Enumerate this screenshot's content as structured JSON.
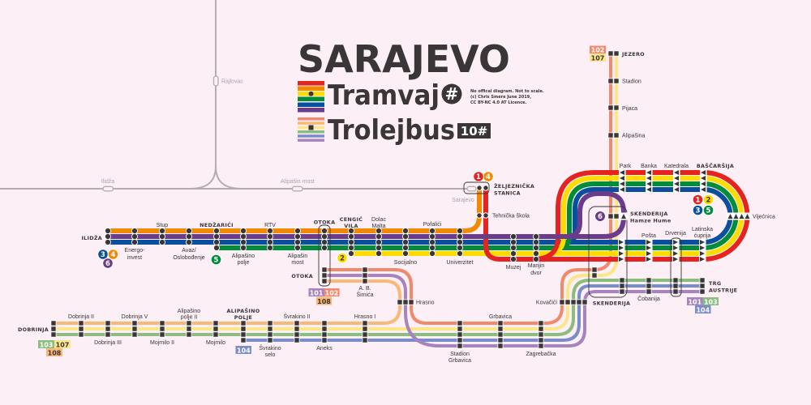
{
  "map_title": "SARAJEVO",
  "legend": {
    "tram": "Tramvaj",
    "tram_symbol": "#",
    "trolleybus": "Trolejbus",
    "trolleybus_symbol": "10#"
  },
  "disclaimer": [
    "No offical diagram. Not to scale.",
    "(c) Chris Smere June 2019,",
    "CC BY-NC 4.0 AT Licence."
  ],
  "colors": {
    "background": "#fcf0f6",
    "ink": "#3a3536",
    "rail": "#b5aeb1",
    "tram": {
      "1": "#e52421",
      "2": "#ffdc00",
      "3": "#0a4f9e",
      "4": "#f18a00",
      "5": "#008c3a",
      "6": "#6c3c8c"
    },
    "trolleybus": {
      "101": "#a784bd",
      "102": "#ef8a6d",
      "103": "#8bbd7e",
      "104": "#7b8ccb",
      "107": "#fde58a",
      "108": "#f8b878"
    }
  },
  "railway": {
    "stations": {
      "rajlovac": "Rajlovac",
      "ilidza": "Ilidža",
      "alipasin_most": "Alipašin most",
      "sarajevo": "Sarajevo"
    }
  },
  "tram": {
    "stations": {
      "ilidza": [
        "ILIDŽA"
      ],
      "energoinvest": [
        "Energo-",
        "invest"
      ],
      "stup": [
        "Stup"
      ],
      "avaz": [
        "Avaz/",
        "Oslobođenje"
      ],
      "nedzarici": [
        "NEDŽARIĆI"
      ],
      "alipasino_polje": [
        "Alipašino",
        "polje"
      ],
      "rtv": [
        "RTV"
      ],
      "alipasin_most": [
        "Alipašin",
        "most"
      ],
      "otoka": [
        "OTOKA"
      ],
      "cengic_vila": [
        "CENGIĆ",
        "VILA"
      ],
      "dolac_malta": [
        "Dolac",
        "Malta"
      ],
      "socijalno": [
        "Socijalno"
      ],
      "pofalici": [
        "Pofalići"
      ],
      "univerzitet": [
        "Univerzitet"
      ],
      "zeljeznicka": [
        "ŽELJEZNIČKA",
        "STANICA"
      ],
      "tehnicka": [
        "Tehnička škola"
      ],
      "muzej": [
        "Muzej"
      ],
      "marijin_dvor": [
        "Marijin",
        "dvor"
      ],
      "skenderija": [
        "SKENDERIJA",
        "Hamze Hume"
      ],
      "posta": [
        "Pošta"
      ],
      "drvenija": [
        "Drvenija"
      ],
      "latinska": [
        "Latinska",
        "ćuprija"
      ],
      "vijecnica": [
        "Vijećnica"
      ],
      "bascarsija": [
        "BAŠČARŠIJA"
      ],
      "katedrala": [
        "Katedrala"
      ],
      "banka": [
        "Banka"
      ],
      "park": [
        "Park"
      ]
    },
    "badges": {
      "ilidza": [
        "3",
        "4",
        "6"
      ],
      "nedzarici": [
        "5"
      ],
      "cengic_vila": [
        "2"
      ],
      "zeljeznicka": [
        "1",
        "4"
      ],
      "bascarsija": [
        "1",
        "2",
        "3",
        "5"
      ],
      "skenderija": [
        "6"
      ]
    }
  },
  "trolleybus": {
    "stations": {
      "dobrinja": [
        "DOBRINJA"
      ],
      "dobrinja_2": [
        "Dobrinja II"
      ],
      "dobrinja_3": [
        "Dobrinja III"
      ],
      "dobrinja_5": [
        "Dobrinja V"
      ],
      "mojmilo_2": [
        "Mojmilo II"
      ],
      "alipasino_polje_2": [
        "Alipašino",
        "polje II"
      ],
      "mojmilo": [
        "Mojmilo"
      ],
      "alipasino_polje": [
        "ALIPAŠINO",
        "POLJE"
      ],
      "svrakino_selo": [
        "Švrakino",
        "selo"
      ],
      "svrakino_2": [
        "Švrakino II"
      ],
      "aneks": [
        "Aneks"
      ],
      "hrasno_1": [
        "Hrasno I"
      ],
      "hrasno": [
        "Hrasno"
      ],
      "otoka": [
        "OTOKA"
      ],
      "ab_simica": [
        "A. B.",
        "Šimića"
      ],
      "stadion_grbavica": [
        "Stadion",
        "Grbavica"
      ],
      "grbavica": [
        "Grbavica"
      ],
      "zagrebacka": [
        "Zagrebačka"
      ],
      "kovacici": [
        "Kovačići"
      ],
      "skenderija": [
        "SKENDERIJA"
      ],
      "cobanija": [
        "Čobanija"
      ],
      "trg_austrije": [
        "TRG",
        "AUSTRIJE"
      ],
      "jezero": [
        "JEZERO"
      ],
      "stadion": [
        "Stadion"
      ],
      "pijaca": [
        "Pijaca"
      ],
      "alipasina": [
        "Alipašina"
      ]
    },
    "badges": {
      "dobrinja": [
        "103",
        "107",
        "108"
      ],
      "alipasino_polje": [
        "104"
      ],
      "otoka": [
        "101",
        "102",
        "108"
      ],
      "trg_austrije": [
        "101",
        "103",
        "104"
      ],
      "jezero": [
        "102",
        "107"
      ]
    }
  }
}
